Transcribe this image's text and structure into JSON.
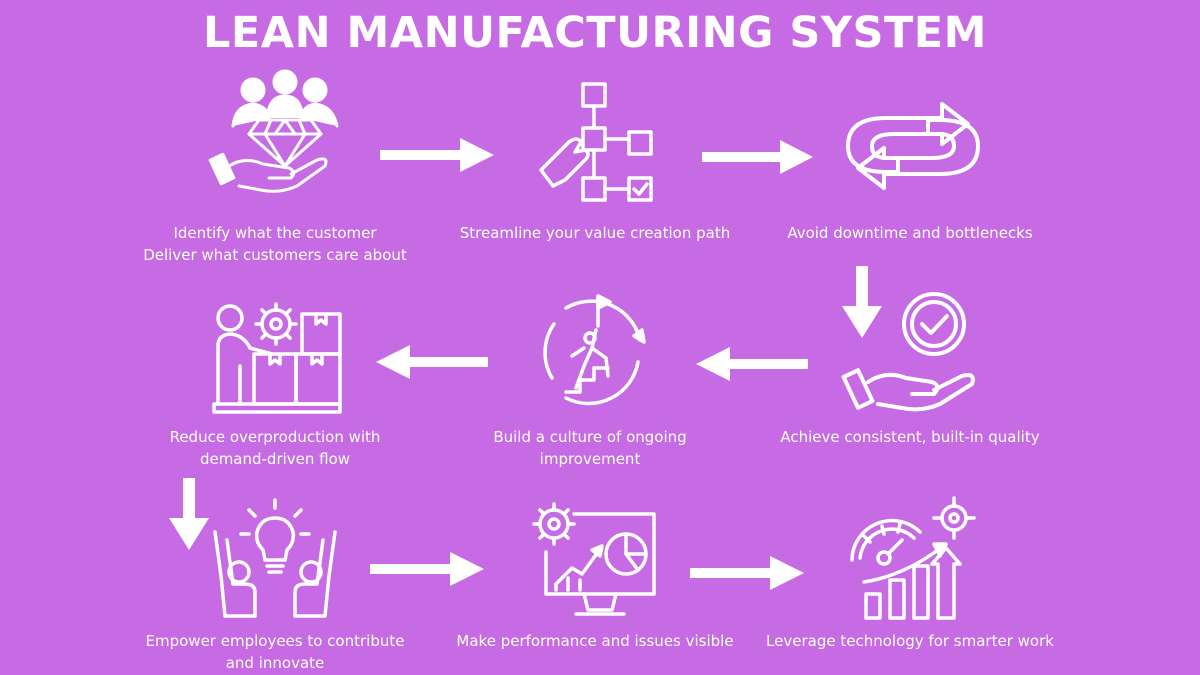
{
  "title": "LEAN MANUFACTURING SYSTEM",
  "accent_color": "#ffffff",
  "background_color": "#c66be3",
  "steps": [
    {
      "icon": "customer-value-diamond-hand-icon",
      "lines": [
        "Identify what the customer",
        "Deliver what customers care about"
      ]
    },
    {
      "icon": "value-stream-flowchart-icon",
      "lines": [
        "Streamline your value creation path"
      ]
    },
    {
      "icon": "continuous-flow-arrows-icon",
      "lines": [
        "Avoid downtime and bottlenecks"
      ]
    },
    {
      "icon": "quality-check-hand-icon",
      "lines": [
        "Achieve consistent, built-in quality"
      ]
    },
    {
      "icon": "improvement-climber-flag-icon",
      "lines": [
        "Build a culture of ongoing",
        "improvement"
      ]
    },
    {
      "icon": "pull-production-worker-boxes-icon",
      "lines": [
        "Reduce overproduction with",
        "demand-driven flow"
      ]
    },
    {
      "icon": "empowered-employees-lightbulb-icon",
      "lines": [
        "Empower employees to contribute",
        "and innovate"
      ]
    },
    {
      "icon": "performance-dashboard-monitor-icon",
      "lines": [
        "Make performance and issues visible"
      ]
    },
    {
      "icon": "technology-growth-gauge-icon",
      "lines": [
        "Leverage technology for smarter work"
      ]
    }
  ]
}
